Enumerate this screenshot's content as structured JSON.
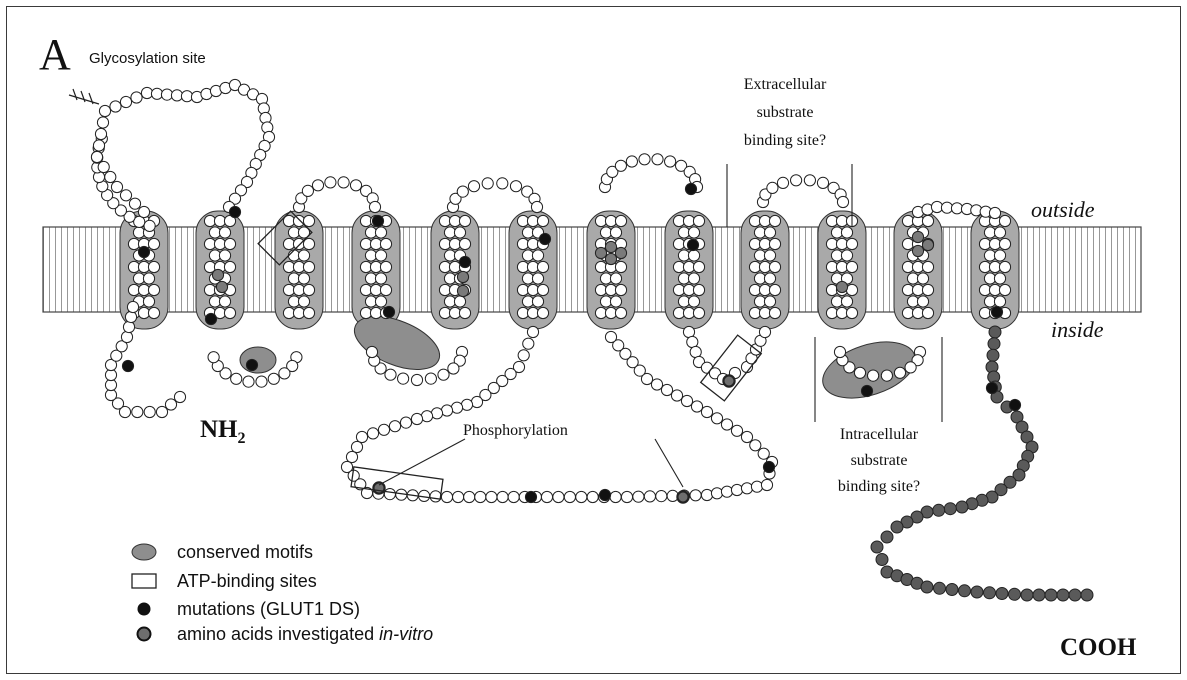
{
  "panel_letter": "A",
  "labels": {
    "glycosylation": "Glycosylation site",
    "outside": "outside",
    "inside": "inside",
    "nh2_main": "NH",
    "nh2_sub": "2",
    "cooh": "COOH",
    "phosphorylation": "Phosphorylation",
    "extracellular": [
      "Extracellular",
      "substrate",
      "binding site?"
    ],
    "intracellular": [
      "Intracellular",
      "substrate",
      "binding site?"
    ]
  },
  "legend": {
    "items": [
      {
        "symbol": "ellipse-grey",
        "text": "conserved motifs"
      },
      {
        "symbol": "rectangle-open",
        "text": "ATP-binding sites"
      },
      {
        "symbol": "dot-black",
        "text": "mutations (GLUT1 DS)"
      },
      {
        "symbol": "dot-ringed",
        "text": "amino acids investigated ",
        "italic_suffix": "in-vitro"
      }
    ]
  },
  "colors": {
    "membrane_stripe": "#8c8c8c",
    "helix_fill": "#a9a9a9",
    "motif_fill": "#8e8e8e",
    "residue_open": "#ffffff",
    "residue_mutation": "#111111",
    "residue_ringed": "#6e6e6e",
    "cterm_residue": "#5a5a5a"
  }
}
